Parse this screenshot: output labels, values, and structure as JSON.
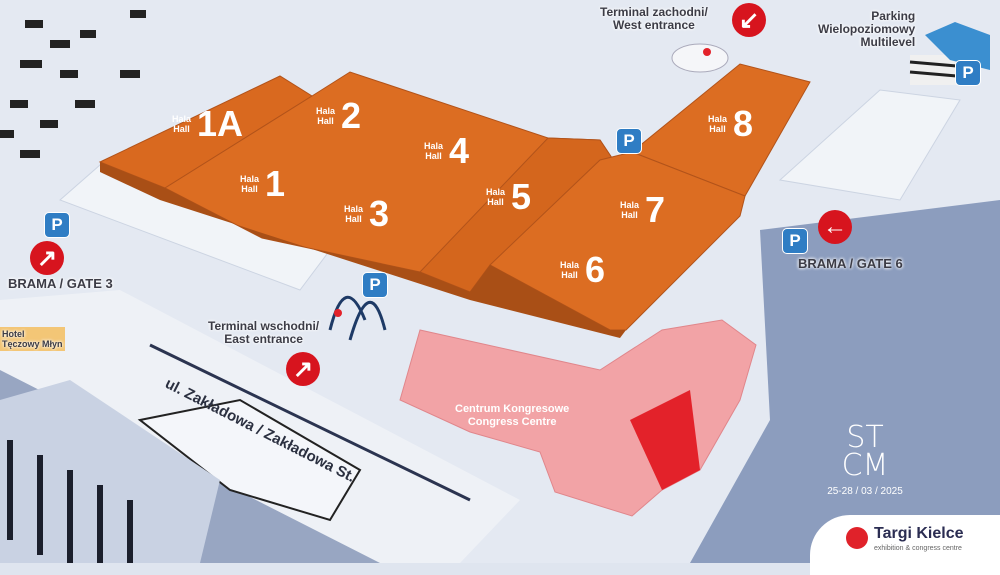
{
  "halls": [
    {
      "id": "1A",
      "word_pl": "Hala",
      "word_en": "Hall"
    },
    {
      "id": "1",
      "word_pl": "Hala",
      "word_en": "Hall"
    },
    {
      "id": "2",
      "word_pl": "Hala",
      "word_en": "Hall"
    },
    {
      "id": "3",
      "word_pl": "Hala",
      "word_en": "Hall"
    },
    {
      "id": "4",
      "word_pl": "Hala",
      "word_en": "Hall"
    },
    {
      "id": "5",
      "word_pl": "Hala",
      "word_en": "Hall"
    },
    {
      "id": "6",
      "word_pl": "Hala",
      "word_en": "Hall"
    },
    {
      "id": "7",
      "word_pl": "Hala",
      "word_en": "Hall"
    },
    {
      "id": "8",
      "word_pl": "Hala",
      "word_en": "Hall"
    }
  ],
  "labels": {
    "west_terminal": [
      "Terminal zachodni/",
      "West entrance"
    ],
    "east_terminal": [
      "Terminal wschodni/",
      "East entrance"
    ],
    "parking": [
      "Parking",
      "Wielopoziomowy",
      "Multilevel"
    ],
    "gate3": "BRAMA / GATE 3",
    "gate6": "BRAMA / GATE 6",
    "hotel": [
      "Hotel",
      "Tęczowy Młyn"
    ],
    "street": "ul. Zakładowa / Zakładowa St.",
    "congress": [
      "Centrum Kongresowe",
      "Congress Centre"
    ],
    "parking_icon": "P"
  },
  "event": {
    "logo": "ST CM",
    "date": "25-28 / 03 / 2025"
  },
  "brand": {
    "name": "Targi Kielce",
    "tagline": "exhibition & congress centre"
  },
  "colors": {
    "hall": "#d9691f",
    "congress": "#f2a3a6",
    "congress_accent": "#e3222a",
    "arrow": "#d7141e",
    "parking": "#2f7dc4",
    "ground": "#dfe5ef"
  }
}
